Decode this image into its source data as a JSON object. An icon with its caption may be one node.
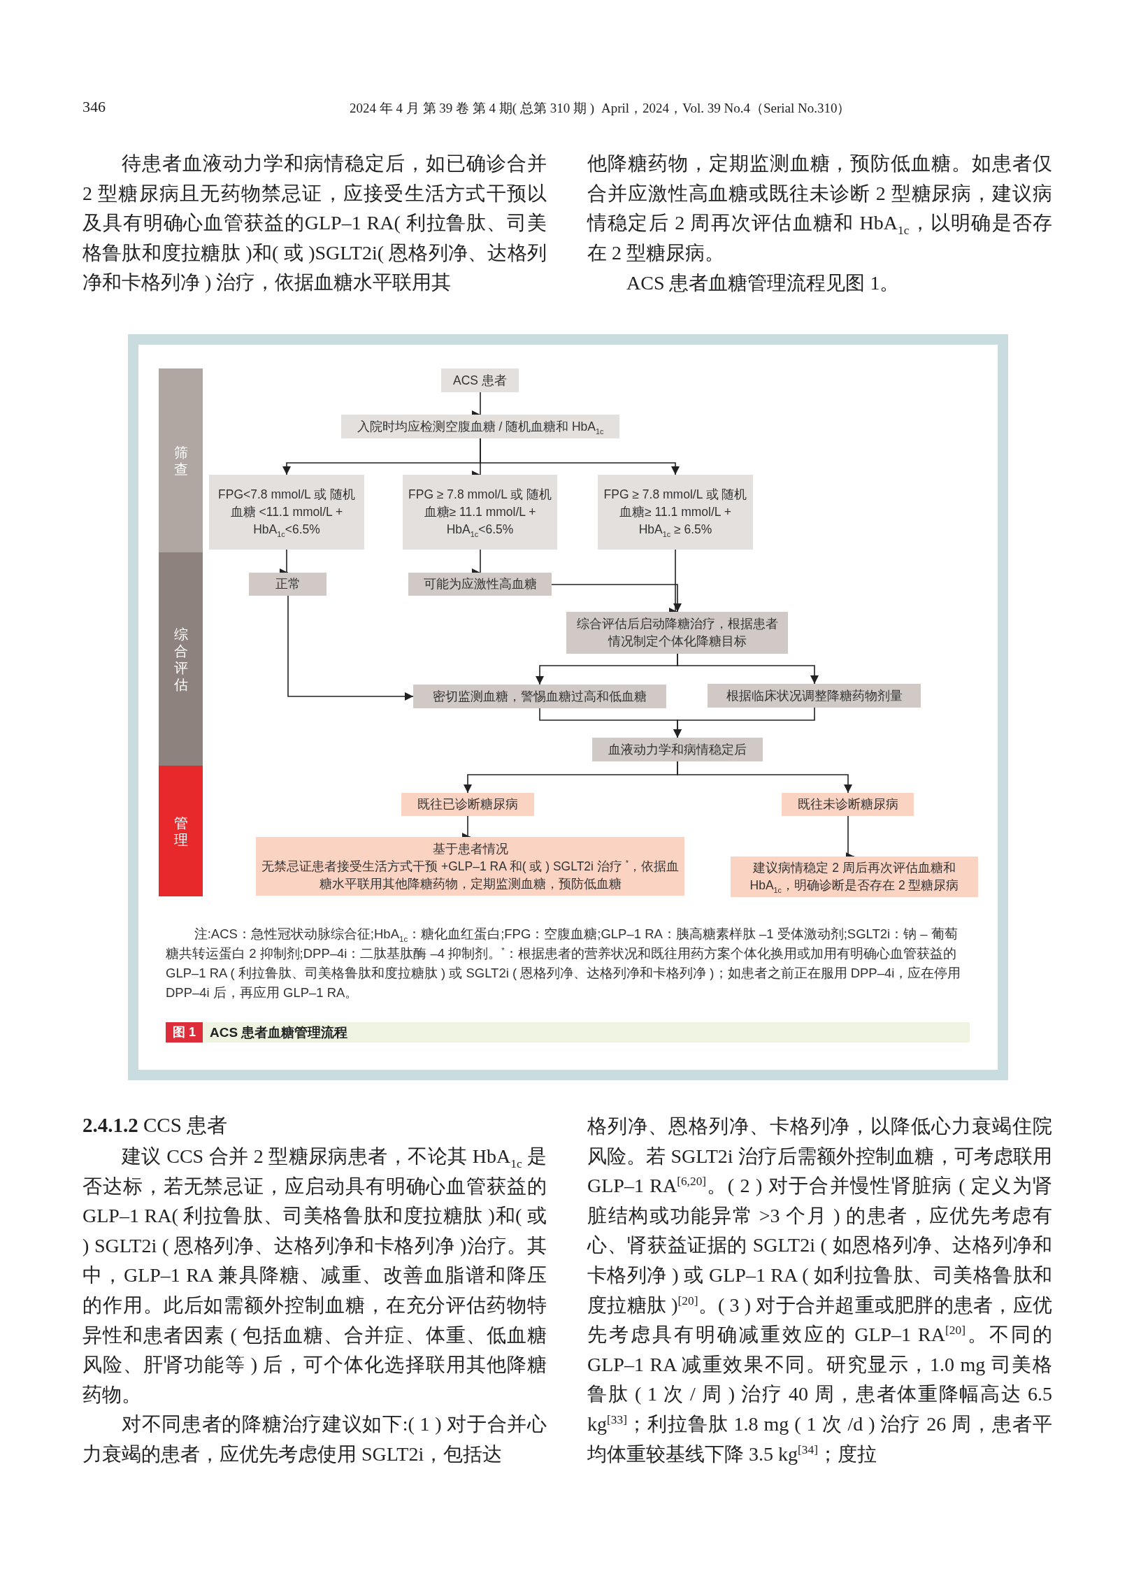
{
  "diagram": {
    "caption": "ACS 患者血糖管理流程",
    "nodes": [
      {
        "text": [
          "筛查"
        ]
      },
      {
        "text": [
          "综合评估"
        ]
      },
      {
        "text": [
          "管理"
        ]
      },
      {
        "text": [
          "ACS 患者"
        ]
      },
      {
        "text": [
          "入院时均应检测空腹血糖 / 随机血糖和 HbA$_{1c}$"
        ]
      },
      {
        "text": [
          "FPG<7.8 mmol/L 或 随机血糖 <11.1 mmol/L + HbA$_{1c}$<6.5%"
        ]
      },
      {
        "text": [
          "FPG ≥ 7.8 mmol/L 或 随机血糖≥ 11.1 mmol/L + HbA$_{1c}$<6.5%"
        ]
      },
      {
        "text": [
          "FPG ≥ 7.8 mmol/L 或 随机血糖≥ 11.1 mmol/L + HbA$_{1c}$ ≥ 6.5%"
        ]
      },
      {
        "text": [
          "正常"
        ]
      },
      {
        "text": [
          "可能为应激性高血糖"
        ]
      },
      {
        "text": [
          "综合评估后启动降糖治疗，根据患者情况制定个体化降糖目标"
        ]
      },
      {
        "text": [
          "密切监测血糖，警惕血糖过高和低血糖"
        ]
      },
      {
        "text": [
          "根据临床状况调整降糖药物剂量"
        ]
      },
      {
        "text": [
          "血液动力学和病情稳定后"
        ]
      },
      {
        "text": [
          "既往已诊断糖尿病"
        ]
      },
      {
        "text": [
          "既往未诊断糖尿病"
        ]
      },
      {
        "text": [
          "基于患者情况",
          "无禁忌证患者接受生活方式干预 +GLP–1 RA 和( 或 ) SGLT2i 治疗 $^{*}$，依据血糖水平联用其他降糖药物，定期监测血糖，预防低血糖"
        ]
      },
      {
        "text": [
          "建议病情稳定 2 周后再次评估血糖和 HbA$_{1c}$，明确诊断是否存在 2 型糖尿病"
        ]
      }
    ],
    "edges": [
      {
        "from": 3,
        "to": 4,
        "arrow": "to"
      },
      {
        "from": 4,
        "to": 5,
        "arrow": "to"
      },
      {
        "from": 4,
        "to": 6,
        "arrow": "to"
      },
      {
        "from": 4,
        "to": 7,
        "arrow": "to"
      },
      {
        "from": 5,
        "to": 8,
        "arrow": "to"
      },
      {
        "from": 6,
        "to": 9,
        "arrow": "to"
      },
      {
        "from": 9,
        "to": 10,
        "arrow": "to"
      },
      {
        "from": 7,
        "to": 10,
        "arrow": "to"
      },
      {
        "from": 8,
        "to": 11,
        "arrow": "to"
      },
      {
        "from": 10,
        "to": 11,
        "arrow": "to"
      },
      {
        "from": 10,
        "to": 12,
        "arrow": "to"
      },
      {
        "from": 11,
        "to": 13,
        "arrow": "to"
      },
      {
        "from": 12,
        "to": 13,
        "arrow": "to"
      },
      {
        "from": 13,
        "to": 14,
        "arrow": "to"
      },
      {
        "from": 13,
        "to": 15,
        "arrow": "to"
      },
      {
        "from": 14,
        "to": 16,
        "arrow": "to"
      },
      {
        "from": 15,
        "to": 17,
        "arrow": "to"
      }
    ],
    "labels": [
      "346",
      "2024 年 4 月 第 39 卷 第 4 期( 总第 310 期 )",
      "April，2024，Vol. 39 No.4（Serial No.310）",
      "待患者血液动力学和病情稳定后，如已确诊合并 2 型糖尿病且无药物禁忌证，应接受生活方式干预以及具有明确心血管获益的GLP–1 RA( 利拉鲁肽、司美格鲁肽和度拉糖肽 )和( 或 )SGLT2i( 恩格列净、达格列净和卡格列净 ) 治疗，依据血糖水平联用其",
      "他降糖药物，定期监测血糖，预防低血糖。如患者仅合并应激性高血糖或既往未诊断 2 型糖尿病，建议病情稳定后 2 周再次评估血糖和 HbA$_{1c}$，以明确是否存在 2 型糖尿病。",
      "ACS 患者血糖管理流程见图 1。",
      "注:ACS：急性冠状动脉综合征;HbA$_{1c}$：糖化血红蛋白;FPG：空腹血糖;GLP–1 RA：胰高糖素样肽 –1 受体激动剂;SGLT2i：钠 – 葡萄糖共转运蛋白 2 抑制剂;DPP–4i：二肽基肽酶 –4 抑制剂。$^{*}$：根据患者的营养状况和既往用药方案个体化换用或加用有明确心血管获益的 GLP–1 RA ( 利拉鲁肽、司美格鲁肽和度拉糖肽 ) 或 SGLT2i ( 恩格列净、达格列净和卡格列净 )；如患者之前正在服用 DPP–4i，应在停用 DPP–4i 后，再应用 GLP–1 RA。",
      "图 1",
      "**2.4.1.2** CCS 患者",
      "建议 CCS 合并 2 型糖尿病患者，不论其 HbA$_{1c}$ 是否达标，若无禁忌证，应启动具有明确心血管获益的 GLP–1 RA( 利拉鲁肽、司美格鲁肽和度拉糖肽 )和( 或 ) SGLT2i ( 恩格列净、达格列净和卡格列净 )治疗。其中，GLP–1 RA 兼具降糖、减重、改善血脂谱和降压的作用。此后如需额外控制血糖，在充分评估药物特异性和患者因素 ( 包括血糖、合并症、体重、低血糖风险、肝肾功能等 ) 后，可个体化选择联用其他降糖药物。",
      "对不同患者的降糖治疗建议如下:( 1 ) 对于合并心力衰竭的患者，应优先考虑使用 SGLT2i，包括达",
      "格列净、恩格列净、卡格列净，以降低心力衰竭住院风险。若 SGLT2i 治疗后需额外控制血糖，可考虑联用 GLP–1 RA$^{[6,20]}$。( 2 ) 对于合并慢性肾脏病 ( 定义为肾脏结构或功能异常 >3 个月 ) 的患者，应优先考虑有心、肾获益证据的 SGLT2i ( 如恩格列净、达格列净和卡格列净 ) 或 GLP–1 RA ( 如利拉鲁肽、司美格鲁肽和度拉糖肽 )$^{[20]}$。( 3 ) 对于合并超重或肥胖的患者，应优先考虑具有明确减重效应的 GLP–1 RA$^{[20]}$。不同的 GLP–1 RA 减重效果不同。研究显示，1.0 mg 司美格鲁肽 ( 1 次 / 周 ) 治疗 40 周，患者体重降幅高达 6.5 kg$^{[33]}$；利拉鲁肽 1.8 mg ( 1 次 /d ) 治疗 26 周，患者平均体重较基线下降 3.5 kg$^{[34]}$；度拉"
    ]
  }
}
